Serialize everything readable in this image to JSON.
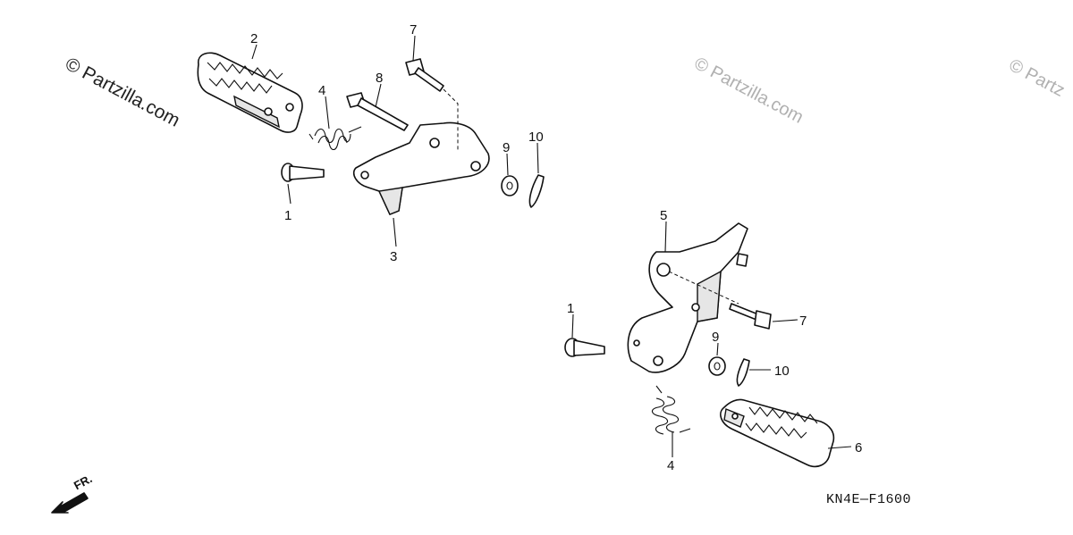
{
  "watermark": {
    "main": "© Partzilla.com",
    "repeat": "© Partzilla.com",
    "edge": "© Partz"
  },
  "diagram_code": "KN4E—F1600",
  "front_indicator": "FR.",
  "callouts": {
    "left": [
      "1",
      "2",
      "3",
      "4",
      "7",
      "8",
      "9",
      "10"
    ],
    "right": [
      "1",
      "4",
      "5",
      "6",
      "7",
      "9",
      "10"
    ]
  },
  "icons": {
    "front_arrow": "arrow-down-left-icon"
  }
}
